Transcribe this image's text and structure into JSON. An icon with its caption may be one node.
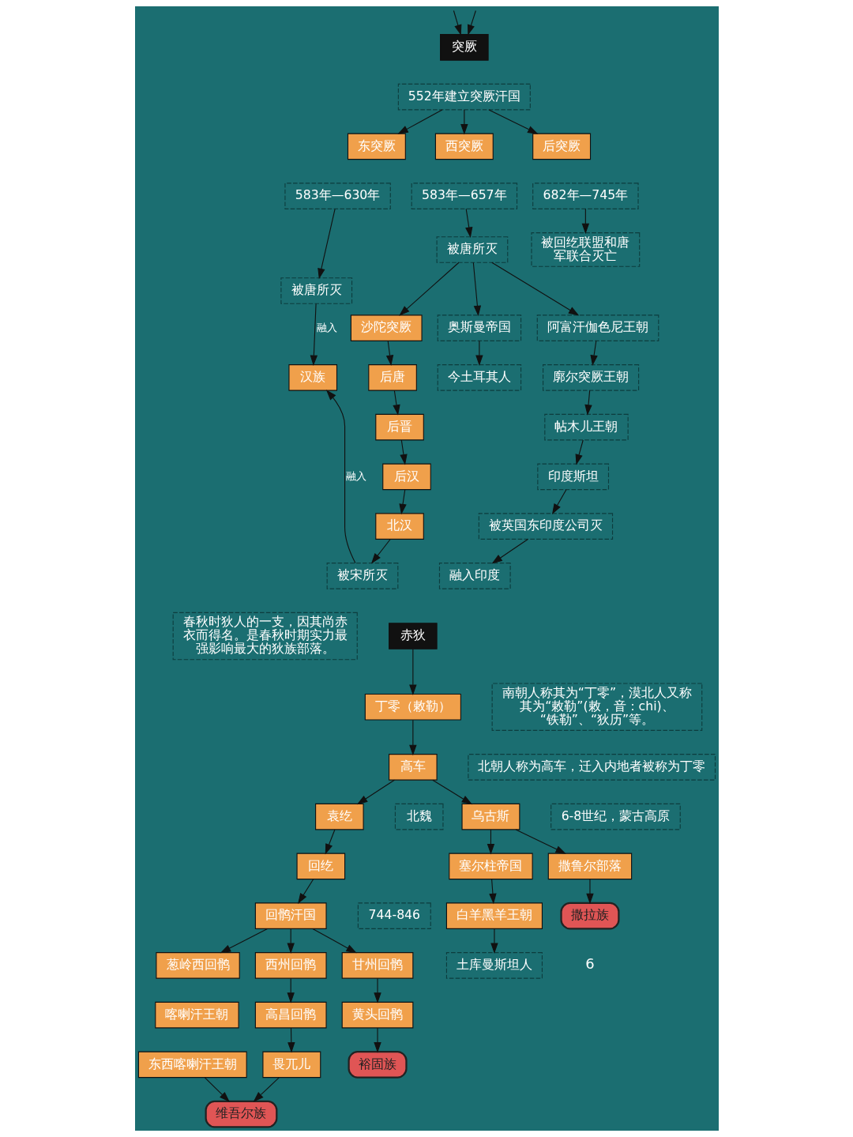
{
  "diagram": {
    "nodes": [
      {
        "text": [
          "突厥"
        ]
      },
      {
        "text": [
          "552年建立突厥汗国"
        ]
      },
      {
        "text": [
          "东突厥"
        ]
      },
      {
        "text": [
          "583年—630年"
        ]
      },
      {
        "text": [
          "被唐所灭"
        ]
      },
      {
        "text": [
          "汉族"
        ]
      },
      {
        "text": [
          "西突厥"
        ]
      },
      {
        "text": [
          "583年—657年"
        ]
      },
      {
        "text": [
          "被唐所灭"
        ]
      },
      {
        "text": [
          "沙陀突厥"
        ]
      },
      {
        "text": [
          "奥斯曼帝国"
        ]
      },
      {
        "text": [
          "阿富汗伽色尼王朝"
        ]
      },
      {
        "text": [
          "后唐"
        ]
      },
      {
        "text": [
          "今土耳其人"
        ]
      },
      {
        "text": [
          "廓尔突厥王朝"
        ]
      },
      {
        "text": [
          "后晋"
        ]
      },
      {
        "text": [
          "帖木儿王朝"
        ]
      },
      {
        "text": [
          "后汉"
        ]
      },
      {
        "text": [
          "印度斯坦"
        ]
      },
      {
        "text": [
          "北汉"
        ]
      },
      {
        "text": [
          "被英国东印度公司灭"
        ]
      },
      {
        "text": [
          "被宋所灭"
        ]
      },
      {
        "text": [
          "融入印度"
        ]
      },
      {
        "text": [
          "后突厥"
        ]
      },
      {
        "text": [
          "682年—745年"
        ]
      },
      {
        "text": [
          "被回纥联盟和唐军联合灭亡"
        ]
      },
      {
        "text": [
          "春秋时狄人的一支，因其尚赤衣而得名。是春秋时期实力最强影响最大的狄族部落。"
        ]
      },
      {
        "text": [
          "赤狄"
        ]
      },
      {
        "text": [
          "丁零（敕勒）"
        ]
      },
      {
        "text": [
          "南朝人称其为“丁零”，漠北人又称其为“敕勒”(敕，音：chi)、“铁勒”、“狄历”等。"
        ]
      },
      {
        "text": [
          "高车"
        ]
      },
      {
        "text": [
          "北朝人称为高车，迁入内地者被称为丁零"
        ]
      },
      {
        "text": [
          "袁纥"
        ]
      },
      {
        "text": [
          "北魏"
        ]
      },
      {
        "text": [
          "乌古斯"
        ]
      },
      {
        "text": [
          "6-8世纪，蒙古高原"
        ]
      },
      {
        "text": [
          "回纥"
        ]
      },
      {
        "text": [
          "塞尔柱帝国"
        ]
      },
      {
        "text": [
          "撒鲁尔部落"
        ]
      },
      {
        "text": [
          "回鹘汗国"
        ]
      },
      {
        "text": [
          "744-846"
        ]
      },
      {
        "text": [
          "白羊黑羊王朝"
        ]
      },
      {
        "text": [
          "葱岭西回鹘"
        ]
      },
      {
        "text": [
          "西州回鹘"
        ]
      },
      {
        "text": [
          "甘州回鹘"
        ]
      },
      {
        "text": [
          "土库曼斯坦人"
        ]
      },
      {
        "text": [
          "撒拉族"
        ]
      },
      {
        "text": [
          "喀喇汗王朝"
        ]
      },
      {
        "text": [
          "高昌回鹘"
        ]
      },
      {
        "text": [
          "黄头回鹘"
        ]
      },
      {
        "text": [
          "东西喀喇汗王朝"
        ]
      },
      {
        "text": [
          "畏兀儿"
        ]
      },
      {
        "text": [
          "维吾尔族"
        ]
      },
      {
        "text": [
          "裕固族"
        ]
      }
    ],
    "edges": [
      {
        "from": null,
        "to": 0,
        "arrow": "to"
      },
      {
        "from": null,
        "to": 0,
        "arrow": "to"
      },
      {
        "from": 1,
        "to": 2,
        "arrow": "to"
      },
      {
        "from": 1,
        "to": 6,
        "arrow": "to"
      },
      {
        "from": 1,
        "to": 23,
        "arrow": "to"
      },
      {
        "from": 3,
        "to": 4,
        "arrow": "to"
      },
      {
        "from": 4,
        "to": 5,
        "arrow": "to",
        "label": "融入"
      },
      {
        "from": 21,
        "to": 5,
        "arrow": "to",
        "label": "融入"
      },
      {
        "from": 7,
        "to": 8,
        "arrow": "to"
      },
      {
        "from": 8,
        "to": 9,
        "arrow": "to"
      },
      {
        "from": 8,
        "to": 10,
        "arrow": "to"
      },
      {
        "from": 8,
        "to": 11,
        "arrow": "to"
      },
      {
        "from": 9,
        "to": 12,
        "arrow": "to"
      },
      {
        "from": 12,
        "to": 15,
        "arrow": "to"
      },
      {
        "from": 15,
        "to": 17,
        "arrow": "to"
      },
      {
        "from": 17,
        "to": 19,
        "arrow": "to"
      },
      {
        "from": 19,
        "to": 21,
        "arrow": "to"
      },
      {
        "from": 10,
        "to": 13,
        "arrow": "to"
      },
      {
        "from": 11,
        "to": 14,
        "arrow": "to"
      },
      {
        "from": 14,
        "to": 16,
        "arrow": "to"
      },
      {
        "from": 16,
        "to": 18,
        "arrow": "to"
      },
      {
        "from": 18,
        "to": 20,
        "arrow": "to"
      },
      {
        "from": 20,
        "to": 22,
        "arrow": "to"
      },
      {
        "from": 24,
        "to": 25,
        "arrow": "to"
      },
      {
        "from": 27,
        "to": 28,
        "arrow": "to"
      },
      {
        "from": 28,
        "to": 30,
        "arrow": "to"
      },
      {
        "from": 30,
        "to": 32,
        "arrow": "to"
      },
      {
        "from": 30,
        "to": 34,
        "arrow": "to"
      },
      {
        "from": 32,
        "to": 36,
        "arrow": "to"
      },
      {
        "from": 36,
        "to": 39,
        "arrow": "to"
      },
      {
        "from": 39,
        "to": 42,
        "arrow": "to"
      },
      {
        "from": 39,
        "to": 43,
        "arrow": "to"
      },
      {
        "from": 39,
        "to": 44,
        "arrow": "to"
      },
      {
        "from": 43,
        "to": 48,
        "arrow": "to"
      },
      {
        "from": 48,
        "to": 51,
        "arrow": "to"
      },
      {
        "from": 51,
        "to": 52,
        "arrow": "to"
      },
      {
        "from": 50,
        "to": 52,
        "arrow": "to"
      },
      {
        "from": 44,
        "to": 49,
        "arrow": "to"
      },
      {
        "from": 49,
        "to": 53,
        "arrow": "to"
      },
      {
        "from": 34,
        "to": 37,
        "arrow": "to"
      },
      {
        "from": 34,
        "to": 38,
        "arrow": "to"
      },
      {
        "from": 37,
        "to": 41,
        "arrow": "to"
      },
      {
        "from": 41,
        "to": 45,
        "arrow": "to"
      },
      {
        "from": 38,
        "to": 46,
        "arrow": "to"
      }
    ],
    "labels": [
      "6"
    ]
  }
}
